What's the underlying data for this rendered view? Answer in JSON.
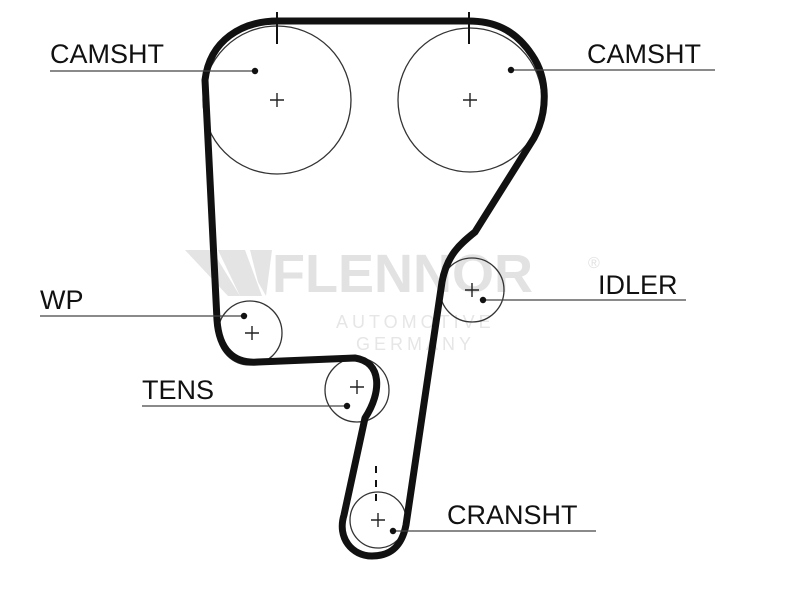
{
  "diagram": {
    "belt_color": "#111111",
    "pulleys": [
      {
        "id": "camshaft-left",
        "label": "CAMSHT"
      },
      {
        "id": "camshaft-right",
        "label": "CAMSHT"
      },
      {
        "id": "idler",
        "label": "IDLER"
      },
      {
        "id": "water-pump",
        "label": "WP"
      },
      {
        "id": "tensioner",
        "label": "TENS"
      },
      {
        "id": "crankshaft",
        "label": "CRANSHT"
      }
    ]
  },
  "watermark": {
    "brand": "FLENNOR",
    "registered": "®",
    "line1": "AUTOMOTIVE",
    "line2": "GERMANY",
    "logo_icon": "flennor-logo-icon"
  }
}
